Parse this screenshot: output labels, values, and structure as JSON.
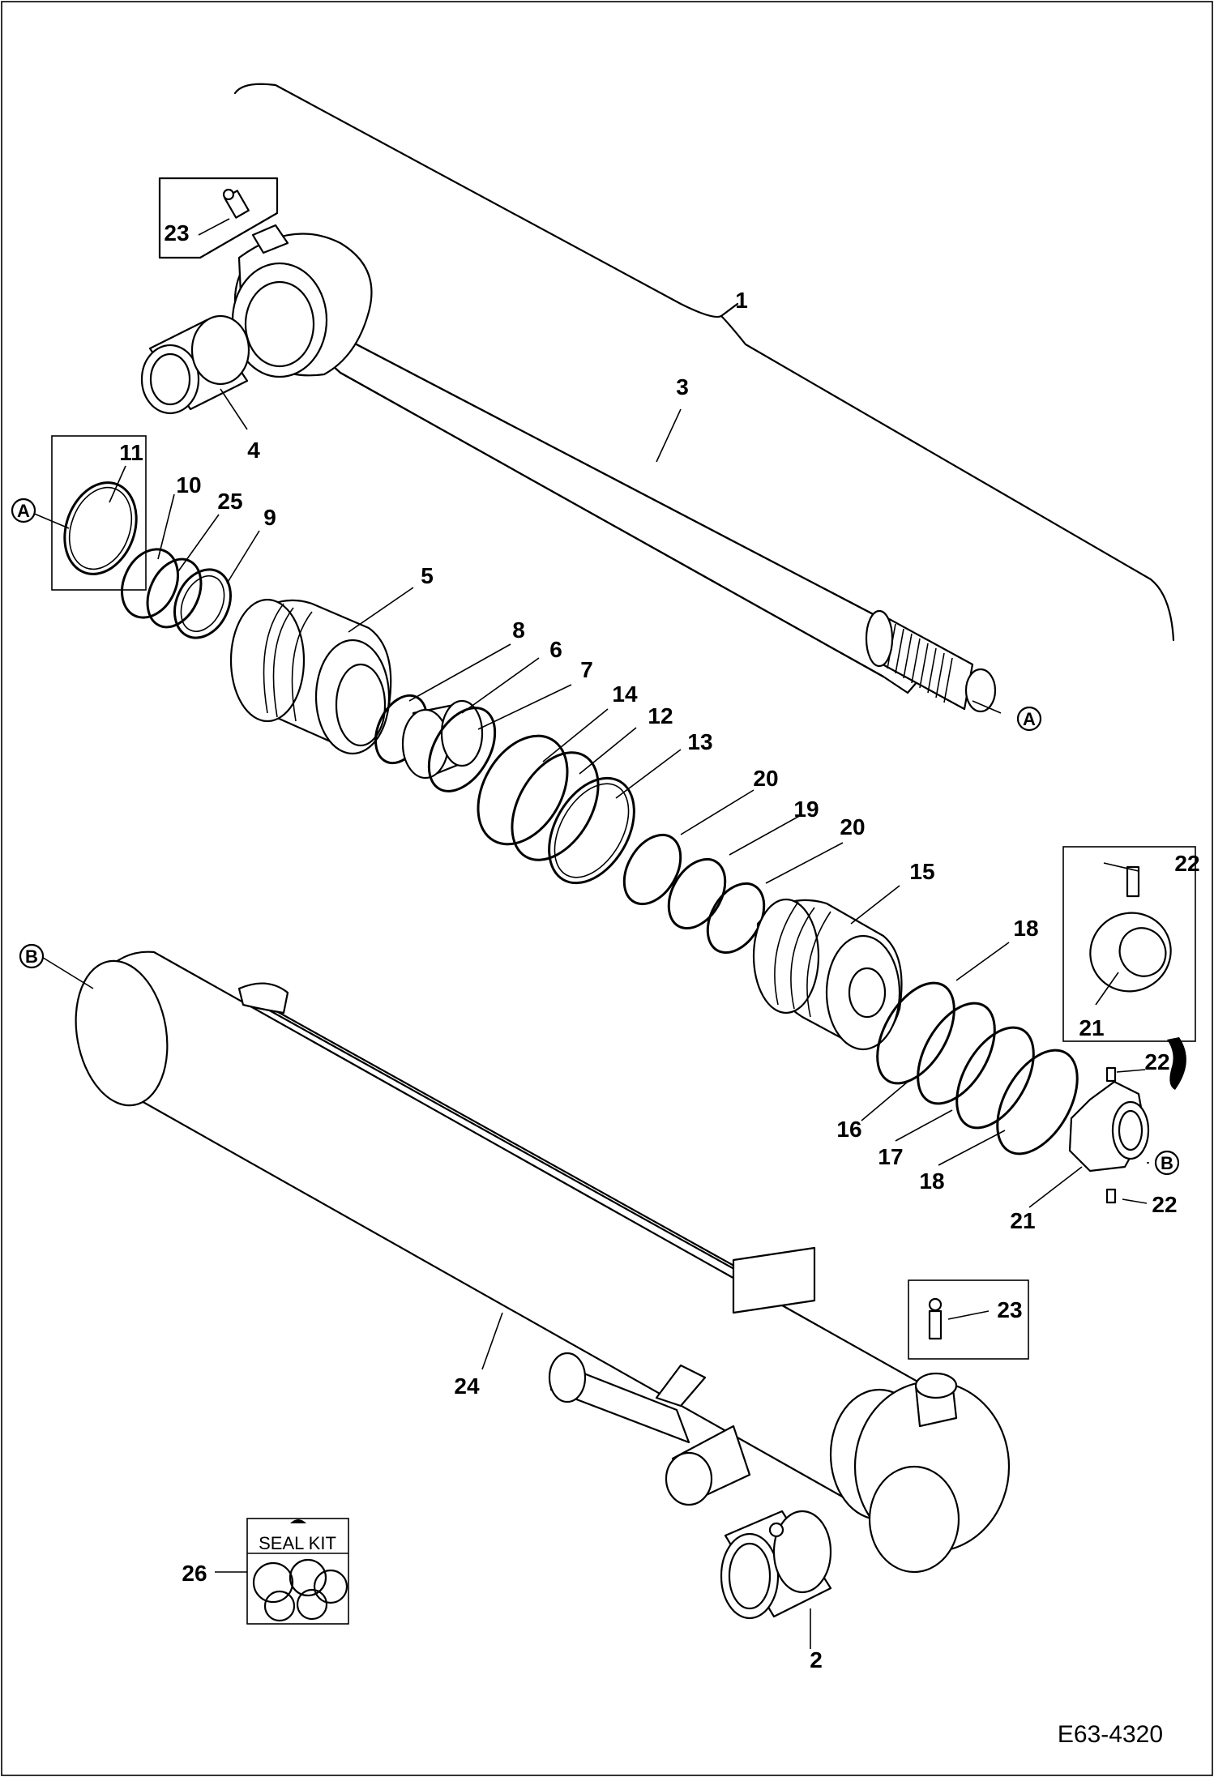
{
  "drawing_code": "E63-4320",
  "seal_kit": {
    "text": "SEAL KIT"
  },
  "parts": {
    "p1": "1",
    "p2": "2",
    "p3": "3",
    "p4": "4",
    "p5": "5",
    "p6": "6",
    "p7": "7",
    "p8": "8",
    "p9": "9",
    "p10": "10",
    "p11": "11",
    "p12": "12",
    "p13": "13",
    "p14": "14",
    "p15": "15",
    "p16": "16",
    "p17": "17",
    "p18a": "18",
    "p18b": "18",
    "p19": "19",
    "p20a": "20",
    "p20b": "20",
    "p21a": "21",
    "p21b": "21",
    "p22a": "22",
    "p22b": "22",
    "p22c": "22",
    "p23a": "23",
    "p23b": "23",
    "p24": "24",
    "p25": "25",
    "p26": "26"
  },
  "refs": {
    "a1": "A",
    "a2": "A",
    "b1": "B",
    "b2": "B"
  },
  "icons": {
    "grease-fitting": "grease-fitting-icon",
    "seal-kit-bag": "seal-kit-icon"
  }
}
